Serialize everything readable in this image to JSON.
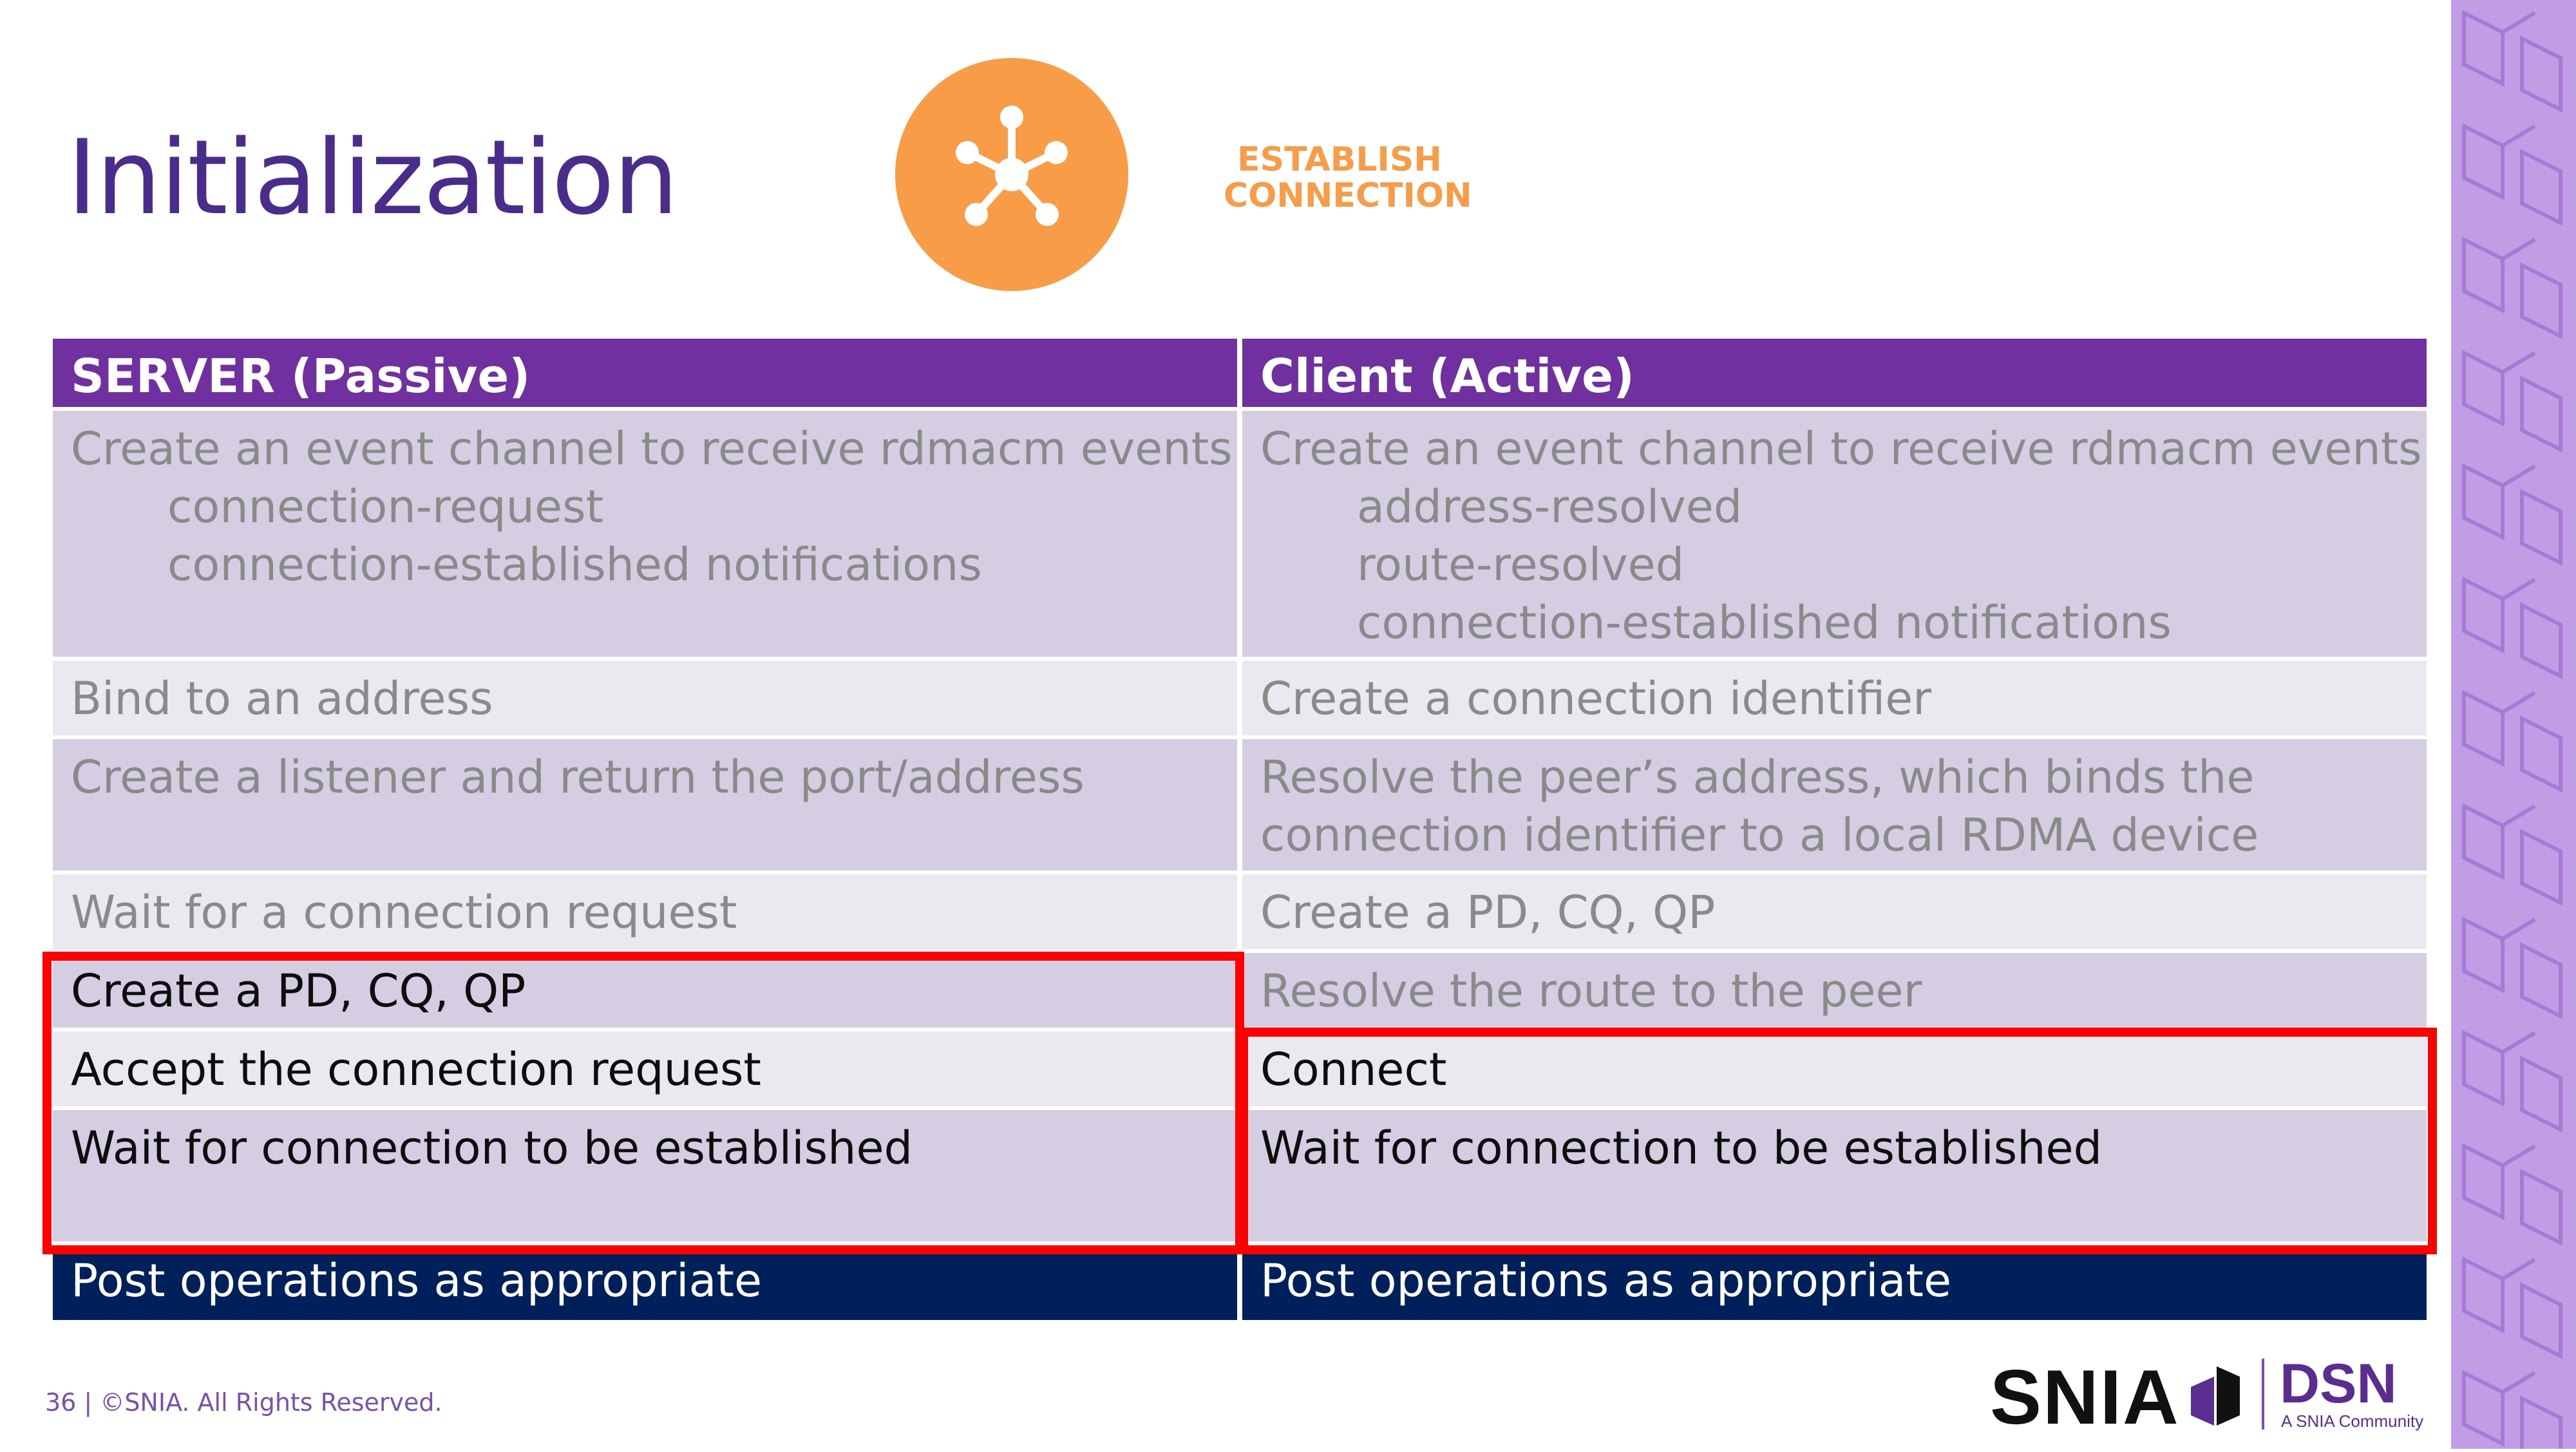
{
  "slide": {
    "title": "Initialization",
    "icon": "network-hub-icon",
    "section_label_line1": "ESTABLISH",
    "section_label_line2": "CONNECTION",
    "footer": "36 | ©SNIA. All Rights Reserved.",
    "logo": {
      "snia": "SNIA",
      "dsn": "DSN",
      "dsn_sub": "A SNIA Community"
    }
  },
  "table": {
    "headers": [
      "SERVER (Passive)",
      "Client (Active)"
    ],
    "rows": [
      {
        "server": [
          "Create an event channel to receive rdmacm events",
          "connection-request",
          "connection-established notifications"
        ],
        "client": [
          "Create an event channel to receive rdmacm events",
          "address-resolved",
          "route-resolved",
          "connection-established notifications"
        ]
      },
      {
        "server": [
          "Bind to an address"
        ],
        "client": [
          "Create a connection identifier"
        ]
      },
      {
        "server": [
          "Create a listener and return the port/address"
        ],
        "client": [
          "Resolve the peer’s address, which binds the",
          "connection identifier to a local RDMA device"
        ]
      },
      {
        "server": [
          "Wait for a connection request"
        ],
        "client": [
          "Create a PD, CQ, QP"
        ]
      },
      {
        "server": [
          "Create a PD, CQ, QP"
        ],
        "client": [
          "Resolve the route to the peer"
        ]
      },
      {
        "server": [
          "Accept the connection request"
        ],
        "client": [
          "Connect"
        ]
      },
      {
        "server": [
          "Wait for connection to be established"
        ],
        "client": [
          "Wait for connection to be established"
        ]
      }
    ],
    "footer_row": [
      "Post operations as appropriate",
      "Post operations as appropriate"
    ]
  },
  "colors": {
    "title": "#4a2c8c",
    "accent_orange": "#f99c48",
    "header_purple": "#7030a0",
    "row_dark": "#d5cde2",
    "row_light": "#ebe8ef",
    "footer_navy": "#00205b",
    "highlight_red": "#ff0000",
    "side_band": "#c19de6"
  }
}
